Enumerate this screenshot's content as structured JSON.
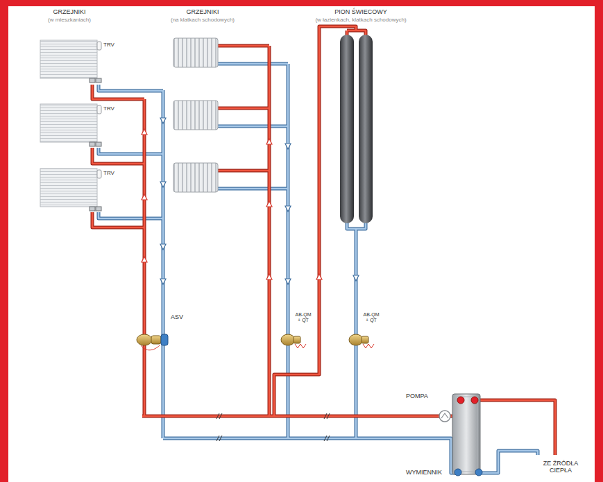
{
  "diagram": {
    "labels": [
      "GRZEJNIKI",
      "(w mieszkaniach)",
      "GRZEJNIKI",
      "(na klatkach schodowych)",
      "PION ŚWIECOWY",
      "(w łazienkach, klatkach schodowych)",
      "TRV",
      "TRV",
      "TRV",
      "ASV",
      "AB-QM + QT",
      "AB-QM + QT",
      "POMPA",
      "WYMIENNIK",
      "ZE ŹRÓDŁA CIEPŁA"
    ]
  }
}
